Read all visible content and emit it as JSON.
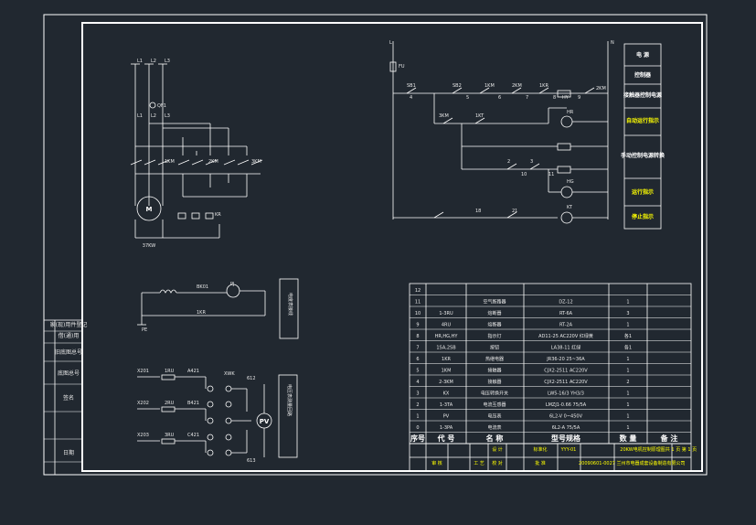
{
  "side_labels": [
    "家(现)用件登记",
    "借(通)用",
    "旧底图总号",
    "底图总号",
    "签名",
    "日期"
  ],
  "control_labels": [
    {
      "text": "电 源",
      "color": "#ffffff"
    },
    {
      "text": "控制器",
      "color": "#ffffff"
    },
    {
      "text": "接触器控制电源",
      "color": "#ffffff"
    },
    {
      "text": "自动运行指示",
      "color": "#ffff00"
    },
    {
      "text": "手动控制电源转换",
      "color": "#ffffff"
    },
    {
      "text": "运行指示",
      "color": "#ffff00"
    },
    {
      "text": "停止指示",
      "color": "#ffff00"
    }
  ],
  "bom": {
    "headers": [
      "序号",
      "代 号",
      "名 称",
      "型号规格",
      "数 量",
      "备 注"
    ],
    "rows": [
      {
        "no": "12",
        "code": "",
        "name": "",
        "spec": "",
        "qty": ""
      },
      {
        "no": "11",
        "code": "",
        "name": "空气断路器",
        "spec": "DZ-12",
        "qty": "1"
      },
      {
        "no": "10",
        "code": "1-3RU",
        "name": "熔断器",
        "spec": "RT-6A",
        "qty": "3"
      },
      {
        "no": "9",
        "code": "4RU",
        "name": "熔断器",
        "spec": "RT-2A",
        "qty": "1"
      },
      {
        "no": "8",
        "code": "HR,HG,HY",
        "name": "指示灯",
        "spec": "AD11-25 AC220V 红绿黄",
        "qty": "各1"
      },
      {
        "no": "7",
        "code": "1SA,2SB",
        "name": "按钮",
        "spec": "LA38-11 红绿",
        "qty": "各1"
      },
      {
        "no": "6",
        "code": "1KR",
        "name": "热继电器",
        "spec": "JR36-20 25~36A",
        "qty": "1"
      },
      {
        "no": "5",
        "code": "1KM",
        "name": "接触器",
        "spec": "CJX2-2511 AC220V",
        "qty": "1"
      },
      {
        "no": "4",
        "code": "2-3KM",
        "name": "接触器",
        "spec": "CJX2-2511 AC220V",
        "qty": "2"
      },
      {
        "no": "3",
        "code": "KX",
        "name": "电压转换开关",
        "spec": "LW5-16/3 YH3/3",
        "qty": "1"
      },
      {
        "no": "2",
        "code": "1-3TA",
        "name": "电流互感器",
        "spec": "LMZJ1-0.66 75/5A",
        "qty": "1"
      },
      {
        "no": "1",
        "code": "PV",
        "name": "电压表",
        "spec": "6L2-V 0~450V",
        "qty": "1"
      },
      {
        "no": "0",
        "code": "1-3PA",
        "name": "电流表",
        "spec": "6L2-A 75/5A",
        "qty": "1"
      }
    ]
  },
  "title_block": {
    "col1": [
      "设 计",
      "校 对",
      "审 核",
      "工 艺"
    ],
    "mid": [
      "标准化",
      "批 准"
    ],
    "type_label": "YYY-01",
    "drawing_name": "20KW电机控制原理图",
    "sheet": "共 1 页 第 1 页",
    "drawing_no": "20090601-0027",
    "company": "兰州市电器成套设备制造有限公司"
  },
  "motor_circuit": {
    "top_labels": [
      "L1",
      "L2",
      "L3"
    ],
    "qf_label": "QF1",
    "mid_labels": [
      "L1",
      "L2",
      "L3"
    ],
    "km_labels": [
      "1KM",
      "2KM",
      "3KM"
    ],
    "kr_label": "KR",
    "motor_label": "M",
    "power_label": "37KW"
  },
  "ground_circuit": {
    "labels": [
      "BK01",
      "PJ",
      "1KR",
      "PE"
    ],
    "title": "电度表接线"
  },
  "meter_circuit": {
    "wire_labels": [
      "X201",
      "X202",
      "X203"
    ],
    "ru_labels": [
      "1RU",
      "2RU",
      "3RU"
    ],
    "meter_labels": [
      "A421",
      "B421",
      "C421"
    ],
    "switch_label": "XWK",
    "pv_label": "PV",
    "q_labels": [
      "612",
      "613"
    ],
    "title": "电压表测量回路"
  },
  "control_circuit": {
    "labels": [
      "L",
      "FU",
      "N",
      "SB1",
      "SB2",
      "1KM",
      "2KM",
      "1KR",
      "HY",
      "HR",
      "HG",
      "KT",
      "2KM",
      "3KM",
      "1KT",
      "2",
      "3",
      "4",
      "5",
      "6",
      "7",
      "8",
      "9",
      "10",
      "11",
      "18",
      "21"
    ]
  }
}
